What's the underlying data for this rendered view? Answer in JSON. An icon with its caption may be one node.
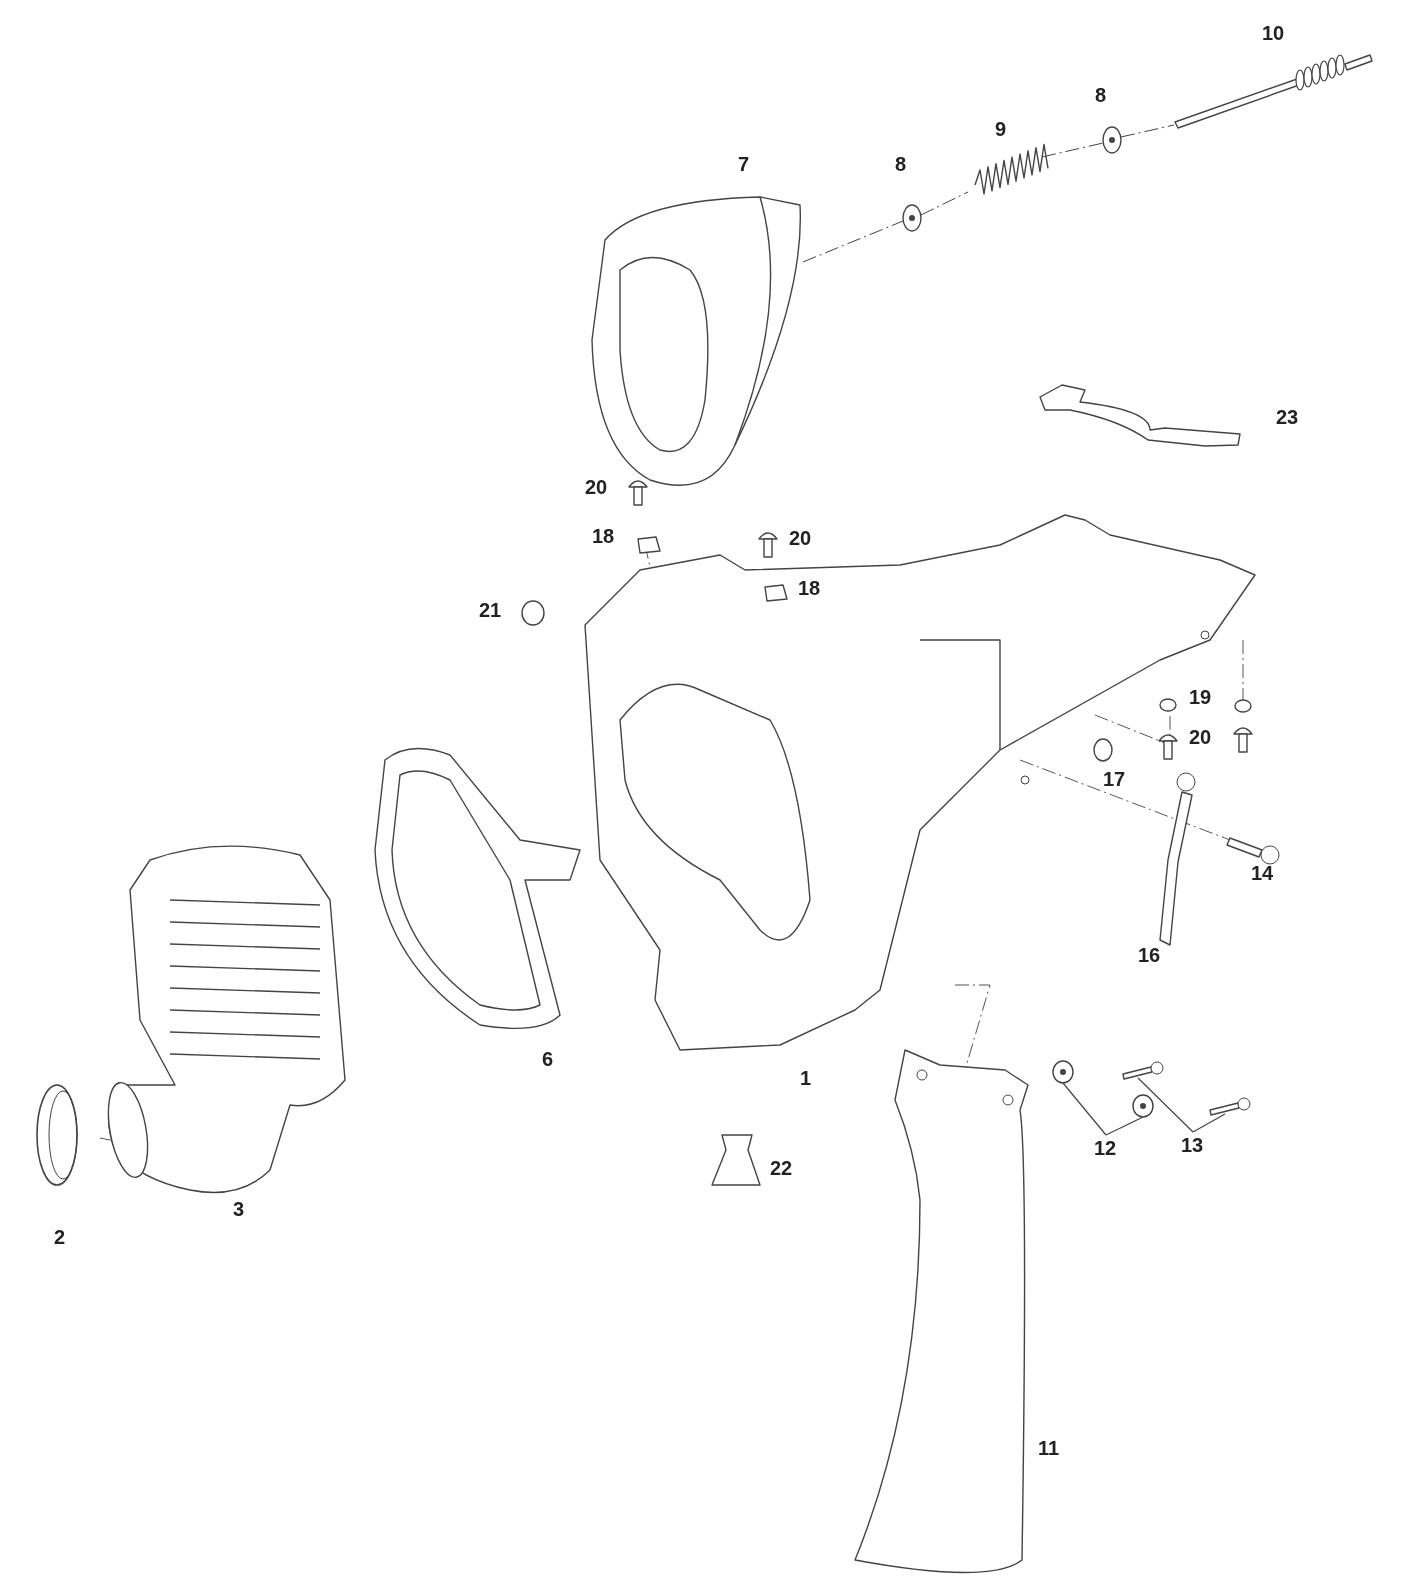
{
  "diagram": {
    "nodes": [
      {
        "text": [
          "12"
        ]
      },
      {
        "text": [
          "13"
        ]
      },
      {
        "text": [],
        "shape": "circle"
      },
      {
        "text": [],
        "shape": "circle"
      },
      {
        "text": [],
        "shape": "screw"
      },
      {
        "text": [],
        "shape": "screw"
      },
      {
        "text": [],
        "shape": "picture"
      },
      {
        "text": [],
        "shape": "circle"
      },
      {
        "text": [],
        "shape": "picture"
      },
      {
        "text": [],
        "shape": "circle"
      },
      {
        "text": [],
        "shape": "picture"
      }
    ],
    "edges": [
      {
        "from": 0,
        "to": 2,
        "arrow": "none"
      },
      {
        "from": 0,
        "to": 3,
        "arrow": "none"
      },
      {
        "from": 1,
        "to": 4,
        "arrow": "none"
      },
      {
        "from": 1,
        "to": 5,
        "arrow": "none"
      },
      {
        "from": 6,
        "to": 7,
        "arrow": "none",
        "style": "dashed"
      },
      {
        "from": 7,
        "to": 8,
        "arrow": "none",
        "style": "dashed"
      },
      {
        "from": 8,
        "to": 9,
        "arrow": "none",
        "style": "dashed"
      },
      {
        "from": 9,
        "to": 10,
        "arrow": "none",
        "style": "dashed"
      }
    ],
    "labels": [
      "10",
      "8",
      "9",
      "8",
      "7",
      "23",
      "20",
      "18",
      "20",
      "18",
      "21",
      "19",
      "20",
      "17",
      "14",
      "16",
      "6",
      "1",
      "22",
      "3",
      "2",
      "11"
    ]
  }
}
